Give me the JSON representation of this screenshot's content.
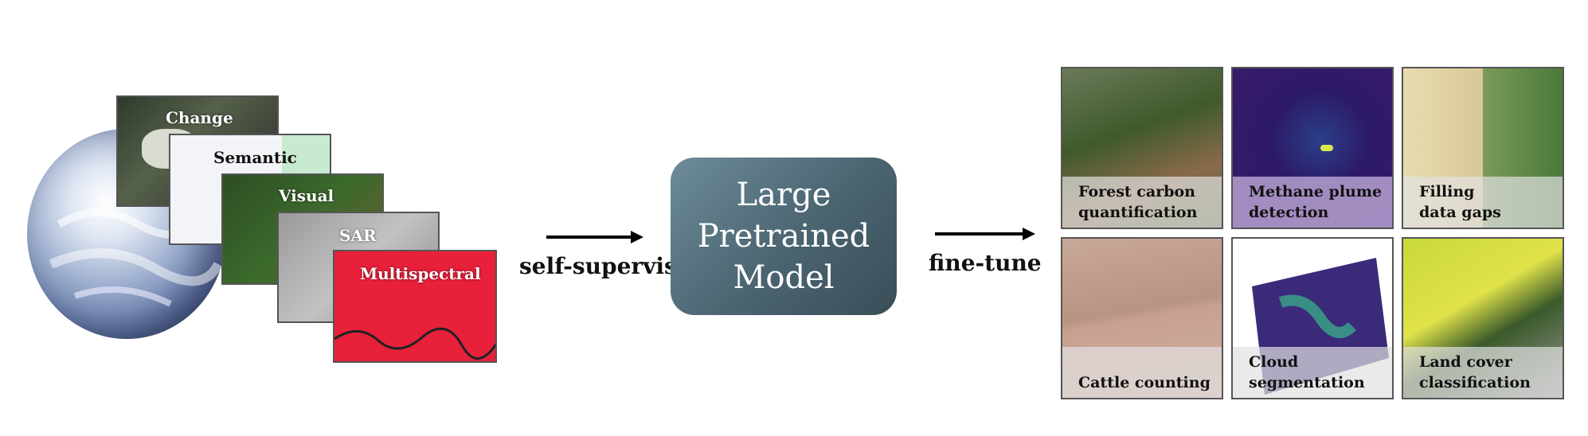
{
  "inputs": {
    "modalities": [
      {
        "label": "Change"
      },
      {
        "label": "Semantic"
      },
      {
        "label": "Visual"
      },
      {
        "label": "SAR"
      },
      {
        "label": "Multispectral"
      }
    ]
  },
  "edges": {
    "pretrain_label": "self-supervise",
    "finetune_label": "fine-tune"
  },
  "model": {
    "label": "Large Pretrained Model"
  },
  "tasks": [
    {
      "label": "Forest carbon quantification"
    },
    {
      "label": "Methane plume detection"
    },
    {
      "label": "Filling data gaps"
    },
    {
      "label": "Cattle counting"
    },
    {
      "label": "Cloud segmentation"
    },
    {
      "label": "Land cover classification"
    }
  ],
  "colors": {
    "model_box": "#4f6a76",
    "multispectral": "#e8203a",
    "methane_bg": "#3b1a6e"
  }
}
